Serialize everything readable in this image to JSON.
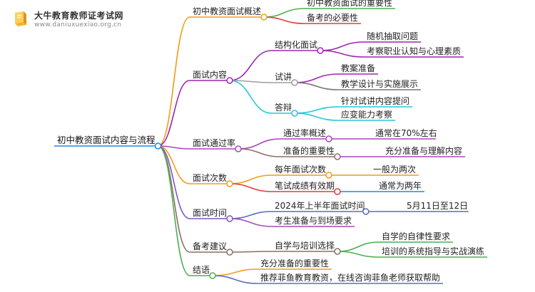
{
  "brand": {
    "title": "大牛教育教师证考试网",
    "url": "www.daniuxuexiao.org.cn",
    "logo": "book-logo-icon",
    "logo_color": "#f2b632"
  },
  "mindmap": {
    "root": "初中教资面试内容与流程",
    "branches": [
      {
        "label": "初中教资面试概述",
        "color": "#f39c12",
        "children": [
          {
            "label": "初中教资面试的重要性",
            "color": "#4caf50"
          },
          {
            "label": "备考的必要性",
            "color": "#e53935"
          }
        ]
      },
      {
        "label": "面试内容",
        "color": "#9c27b0",
        "children": [
          {
            "label": "结构化面试",
            "color": "#9c27b0",
            "children": [
              {
                "label": "随机抽取问题",
                "color": "#9c27b0"
              },
              {
                "label": "考察职业认知与心理素质",
                "color": "#9c27b0"
              }
            ]
          },
          {
            "label": "试讲",
            "color": "#9e9e9e",
            "children": [
              {
                "label": "教案准备",
                "color": "#9c27b0"
              },
              {
                "label": "教学设计与实施展示",
                "color": "#757575"
              }
            ]
          },
          {
            "label": "答辩",
            "color": "#26c6da",
            "children": [
              {
                "label": "针对试讲内容提问",
                "color": "#26c6da"
              },
              {
                "label": "应变能力考察",
                "color": "#26c6da"
              }
            ]
          }
        ]
      },
      {
        "label": "面试通过率",
        "color": "#ab47bc",
        "children": [
          {
            "label": "通过率概述",
            "color": "#ab47bc",
            "children": [
              {
                "label": "通常在70%左右",
                "color": "#ab47bc"
              }
            ]
          },
          {
            "label": "准备的重要性",
            "color": "#8d6e63",
            "children": [
              {
                "label": "充分准备与理解内容",
                "color": "#ab47bc"
              }
            ]
          }
        ]
      },
      {
        "label": "面试次数",
        "color": "#f39c12",
        "children": [
          {
            "label": "每年面试次数",
            "color": "#f39c12",
            "children": [
              {
                "label": "一般为两次",
                "color": "#f39c12"
              }
            ]
          },
          {
            "label": "笔试成绩有效期",
            "color": "#e53935",
            "children": [
              {
                "label": "通常为两年",
                "color": "#1e88e5"
              }
            ]
          }
        ]
      },
      {
        "label": "面试时间",
        "color": "#7e57c2",
        "children": [
          {
            "label": "2024年上半年面试时间",
            "color": "#5c6bc0",
            "children": [
              {
                "label": "5月11日至12日",
                "color": "#5c6bc0"
              }
            ]
          },
          {
            "label": "考生准备与到场要求",
            "color": "#ab47bc"
          }
        ]
      },
      {
        "label": "备考建议",
        "color": "#8d6e63",
        "children": [
          {
            "label": "自学与培训选择",
            "color": "#8d6e63",
            "children": [
              {
                "label": "自学的自律性要求",
                "color": "#4caf50"
              },
              {
                "label": "培训的系统指导与实战演练",
                "color": "#4caf50"
              }
            ]
          }
        ]
      },
      {
        "label": "结语",
        "color": "#4caf50",
        "children": [
          {
            "label": "充分准备的重要性",
            "color": "#f39c12"
          },
          {
            "label": "推荐菲鱼教育教资，在线咨询菲鱼老师获取帮助",
            "color": "#5c6bc0"
          }
        ]
      }
    ]
  }
}
